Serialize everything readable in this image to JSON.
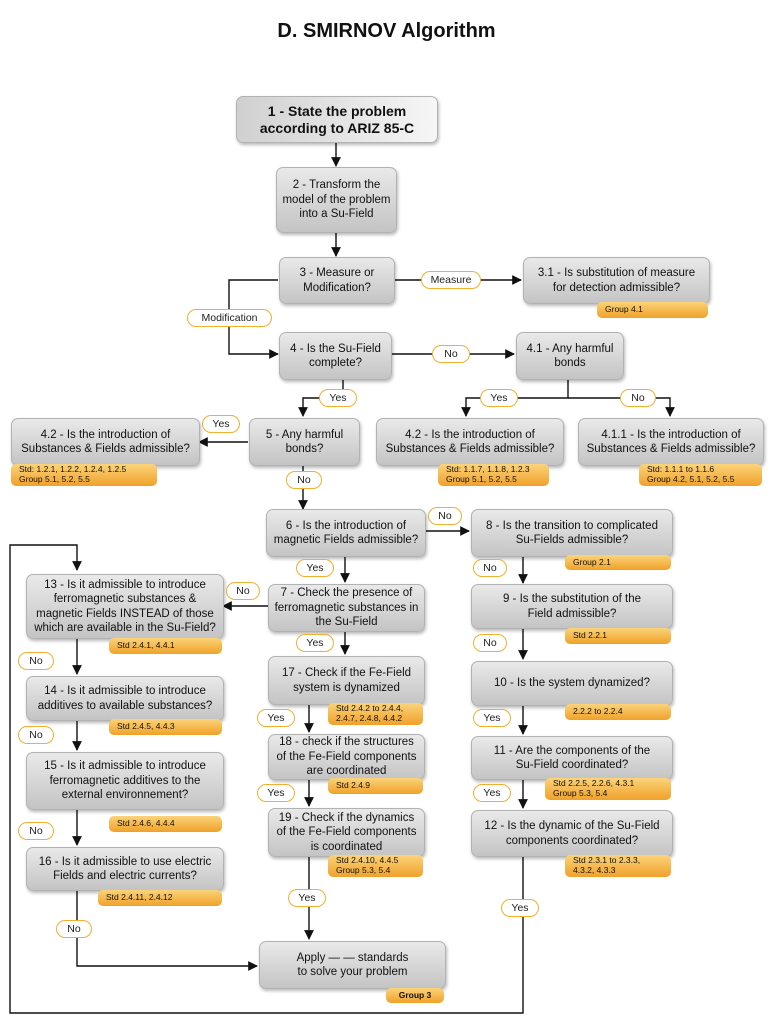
{
  "title": "D. SMIRNOV Algorithm",
  "nodes": {
    "n1": "1 - State the problem\naccording to ARIZ 85-C",
    "n2": "2 - Transform the\nmodel of the problem\ninto a Su-Field",
    "n3": "3 - Measure or\nModification?",
    "n3_1": "3.1 - Is substitution of measure\nfor detection admissible?",
    "n4": "4 - Is the Su-Field\ncomplete?",
    "n4_1": "4.1 - Any harmful\nbonds",
    "n5": "5 - Any harmful\nbonds?",
    "n4_2_left": "4.2 - Is the introduction of\nSubstances & Fields admissible?",
    "n4_2_mid": "4.2 - Is the introduction of\nSubstances & Fields admissible?",
    "n4_1_1": "4.1.1 -  Is the introduction of\nSubstances & Fields admissible?",
    "n6": "6 - Is the introduction of\nmagnetic Fields admissible?",
    "n8": "8 - Is the transition to complicated\nSu-Fields admissible?",
    "n7": "7 - Check the presence of\nferromagnetic substances in\nthe Su-Field",
    "n9": "9 - Is the substitution of the\nField admissible?",
    "n13": "13 - Is it admissible to introduce\nferromagnetic substances &\nmagnetic Fields INSTEAD of those\nwhich are available in the Su-Field?",
    "n17": "17 - Check if the Fe-Field\nsystem is dynamized",
    "n10": "10 - Is the system dynamized?",
    "n14": "14 - Is it admissible to introduce\nadditives to available substances?",
    "n18": "18 - check if the structures\nof the Fe-Field components\nare coordinated",
    "n11": "11 - Are the components of the\nSu-Field coordinated?",
    "n15": "15 - Is it admissible to introduce\nferromagnetic additives to the\nexternal environnement?",
    "n19": "19 - Check if the dynamics\nof the Fe-Field components\nis coordinated",
    "n12": "12 - Is the dynamic of the Su-Field\ncomponents coordinated?",
    "n16": "16 - Is it admissible to use electric\nFields and electric currents?",
    "apply": "Apply  —          —  standards\nto solve your problem"
  },
  "tags": {
    "t3_1": "Group 4.1",
    "t4_2_left": "Std: 1.2.1, 1.2.2, 1.2.4, 1.2.5\nGroup 5.1, 5.2, 5.5",
    "t4_2_mid": "Std: 1.1.7, 1.1.8, 1.2.3\nGroup 5.1, 5.2, 5.5",
    "t4_1_1": "Std: 1.1.1 to 1.1.6\nGroup 4.2, 5.1, 5.2, 5.5",
    "t8": "Group 2.1",
    "t9": "Std 2.2.1",
    "t13": "Std 2.4.1, 4.4.1",
    "t17": "Std 2.4.2 to 2.4.4,\n2.4.7, 2.4.8, 4.4.2",
    "t10": "2.2.2 to 2.2.4",
    "t14": "Std 2.4.5, 4.4.3",
    "t18": "Std 2.4.9",
    "t11": "Std 2.2.5, 2.2.6, 4.3.1\nGroup 5.3, 5.4",
    "t15": "Std 2.4.6, 4.4.4",
    "t19": "Std 2.4.10, 4.4.5\nGroup 5.3, 5.4",
    "t12": "Std 2.3.1 to 2.3.3,\n4.3.2, 4.3.3",
    "t16": "Std 2.4.11, 2.4.12",
    "t_apply": "Group 3"
  },
  "labels": {
    "measure": "Measure",
    "modification": "Modification",
    "no_4": "No",
    "yes_4": "Yes",
    "yes_41": "Yes",
    "no_41": "No",
    "yes_5": "Yes",
    "no_5": "No",
    "no_6": "No",
    "yes_6": "Yes",
    "no_8": "No",
    "no_7": "No",
    "yes_7": "Yes",
    "no_9": "No",
    "no_13": "No",
    "yes_17": "Yes",
    "yes_10": "Yes",
    "no_14": "No",
    "yes_18": "Yes",
    "yes_11": "Yes",
    "no_15": "No",
    "yes_19": "Yes",
    "no_16": "No",
    "yes_12": "Yes"
  }
}
